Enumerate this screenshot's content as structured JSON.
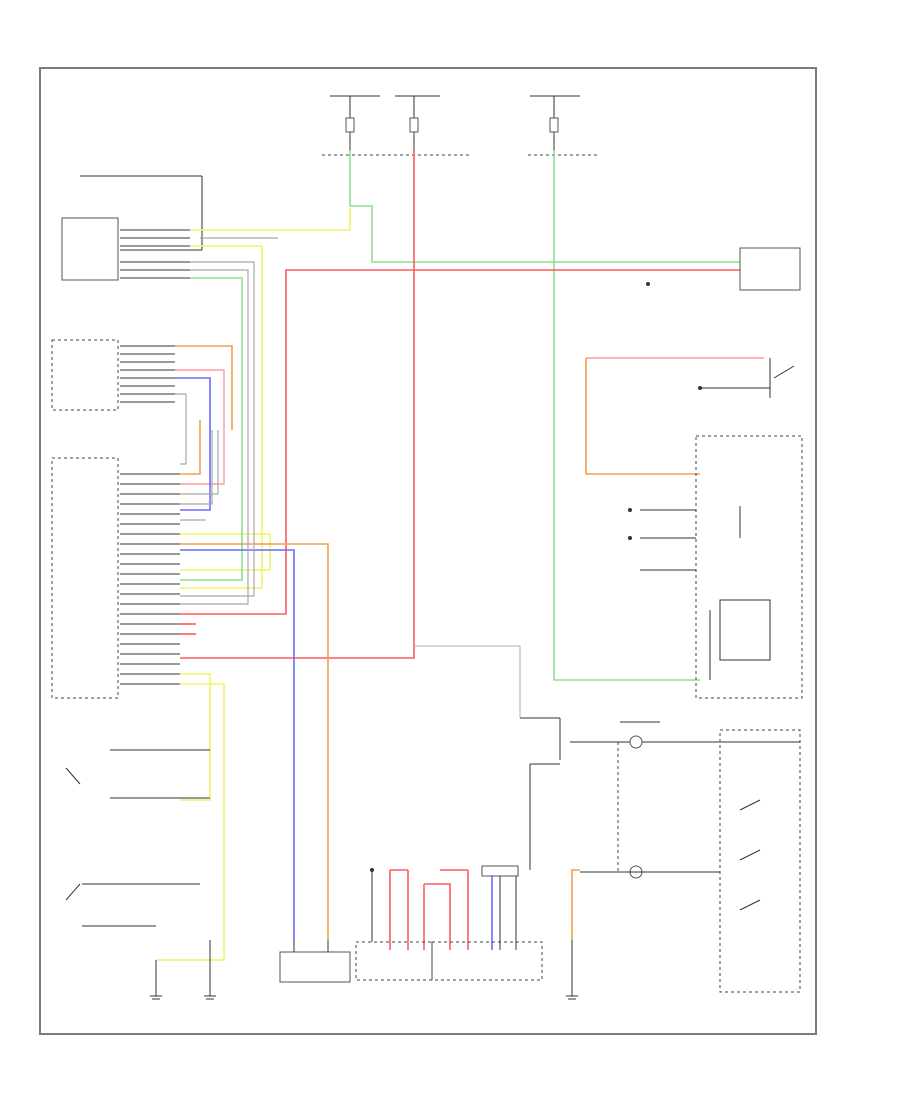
{
  "diagram": {
    "footer_text": "",
    "wire_colors": {
      "red": "#ff5c5c",
      "green": "#8ee08e",
      "yellow": "#f3f36a",
      "blue": "#6a6aff",
      "orange": "#f0a050",
      "gray": "#a8a8a8",
      "pink": "#ff9a9a",
      "black": "#333333"
    },
    "components": [
      {
        "id": "hot-fuse-1",
        "name": "",
        "note": ""
      },
      {
        "id": "hot-fuse-2",
        "name": "",
        "note": ""
      },
      {
        "id": "hot-fuse-3",
        "name": "",
        "note": ""
      },
      {
        "id": "headlight-module",
        "name": "",
        "note": ""
      },
      {
        "id": "right-module",
        "name": "",
        "note": ""
      },
      {
        "id": "brake-switch",
        "name": "",
        "note": ""
      },
      {
        "id": "instrument-cluster",
        "name": "",
        "note": ""
      },
      {
        "id": "junction-block",
        "name": "",
        "note": ""
      },
      {
        "id": "transmission-sensor",
        "name": "",
        "note": ""
      },
      {
        "id": "spring-unit",
        "name": "",
        "note": ""
      },
      {
        "id": "cruise-switch",
        "name": "",
        "note": ""
      },
      {
        "id": "clutch-switch",
        "name": "",
        "note": ""
      },
      {
        "id": "speed-sensor",
        "name": "",
        "note": ""
      },
      {
        "id": "combination-switch",
        "name": "",
        "note": ""
      },
      {
        "id": "ground-1",
        "name": "",
        "note": ""
      },
      {
        "id": "ground-2",
        "name": "",
        "note": ""
      },
      {
        "id": "ground-3",
        "name": "",
        "note": ""
      }
    ]
  }
}
